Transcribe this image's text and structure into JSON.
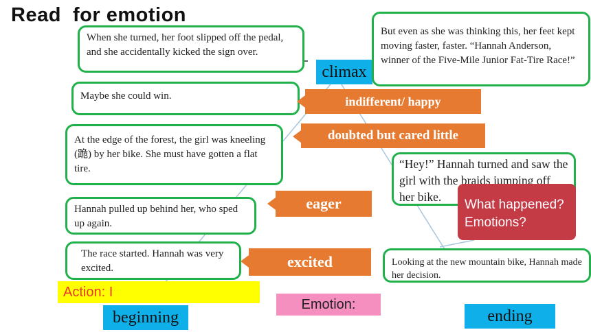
{
  "title": "Read  for emotion",
  "labels": {
    "climax": "climax",
    "beginning": "beginning",
    "ending": "ending",
    "action": "Action: I",
    "emotion": "Emotion:"
  },
  "boxes": {
    "pedal": "When she turned, her foot slipped off the pedal, and she accidentally kicked the sign over.",
    "win": "Maybe she could win.",
    "forest": "At the edge of the forest, the girl was kneeling (跪) by her bike. She must have gotten a flat tire.",
    "pulled": "Hannah pulled up behind her, who sped up again.",
    "race": "The race started. Hannah was very excited.",
    "thinking": "But even as she was thinking this, her feet kept moving faster, faster. “Hannah Anderson, winner of the Five-Mile Junior Fat-Tire Race!”",
    "hey": "“Hey!” Hannah turned and saw the girl with the braids jumping off her bike.",
    "looking": "Looking at the new mountain bike, Hannah made her decision."
  },
  "tags": {
    "indifferent": "indifferent/ happy",
    "doubted": "doubted but cared little",
    "eager": "eager",
    "excited": "excited"
  },
  "question": {
    "line1": "What happened?",
    "line2": "Emotions?"
  },
  "colors": {
    "box_border": "#21b14b",
    "tag_fill": "#e57a30",
    "label_blue": "#0fb0ea",
    "action_yellow": "#ffff00",
    "emotion_pink": "#f48fc0",
    "question_red": "#c43a45"
  }
}
